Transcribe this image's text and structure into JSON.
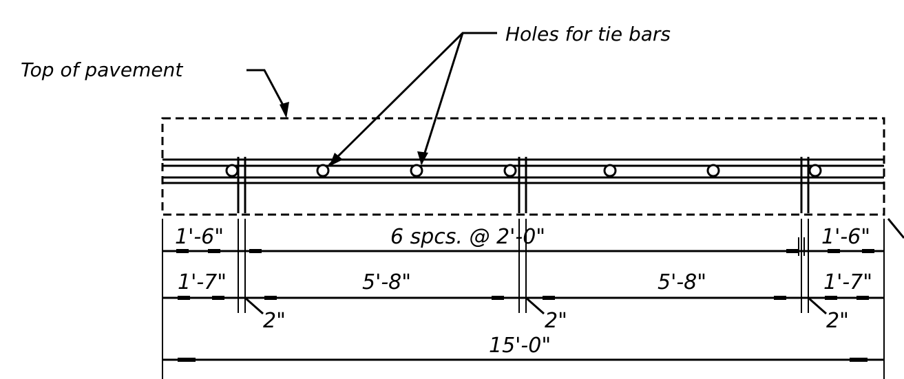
{
  "labels": {
    "top_of_pavement": "Top of pavement",
    "holes_for_tie_bars": "Holes for tie bars"
  },
  "dimensions": {
    "row1": {
      "left": "1'-6\"",
      "middle": "6 spcs. @ 2'-0\"",
      "right": "1'-6\""
    },
    "row2": {
      "left": "1'-7\"",
      "mid_left": "5'-8\"",
      "mid_right": "5'-8\"",
      "right": "1'-7\"",
      "offsets": [
        "2\"",
        "2\"",
        "2\""
      ]
    },
    "row3": {
      "total": "15'-0\""
    }
  },
  "colors": {
    "line": "#000000",
    "background": "#ffffff"
  }
}
